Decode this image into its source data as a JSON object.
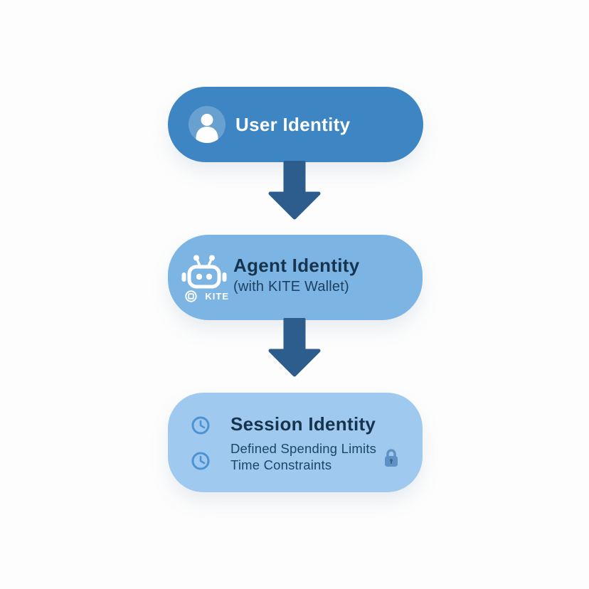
{
  "canvas": {
    "background": "#fdfdfd"
  },
  "flow": {
    "arrow_color": "#2d5d8c",
    "nodes": {
      "user": {
        "title": "User Identity",
        "color": "#3e86c3",
        "title_color": "#ffffff",
        "icon": "user-icon"
      },
      "agent": {
        "title": "Agent Identity",
        "subtitle": "(with KITE Wallet)",
        "badge_label": "KITE",
        "color": "#7cb5e3",
        "title_color": "#17344f",
        "icon": "robot-icon"
      },
      "session": {
        "title": "Session Identity",
        "detail_1": "Defined Spending Limits",
        "detail_2": "Time Constraints",
        "color": "#9fc9ee",
        "title_color": "#17344f",
        "left_icons": "clock-icon",
        "right_icon": "lock-icon"
      }
    }
  }
}
